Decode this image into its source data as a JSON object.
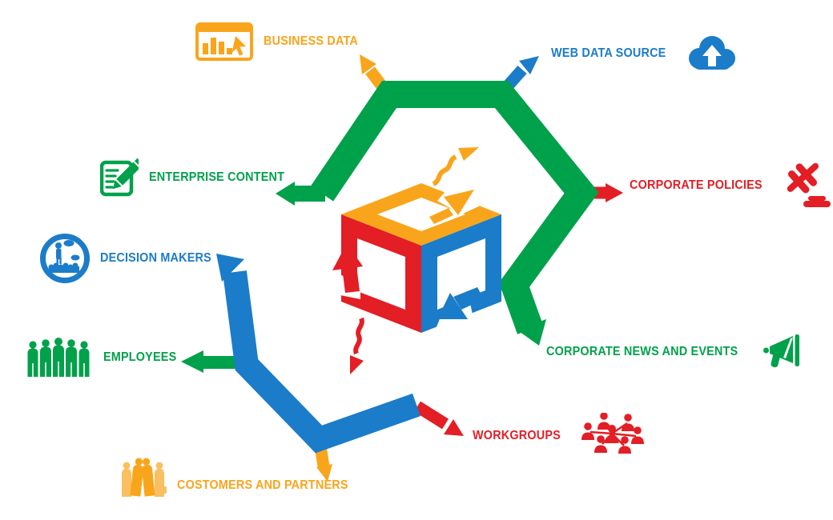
{
  "palette": {
    "green": "#00A14B",
    "blue": "#1B7CC9",
    "red": "#E31E25",
    "orange": "#F9A51C",
    "white": "#FFFFFF"
  },
  "center_icon": "sync-cube-arrows",
  "nodes": [
    {
      "id": "business-data",
      "label": "BUSINESS DATA",
      "color": "orange",
      "icon": "bar-chart-icon"
    },
    {
      "id": "web-data-source",
      "label": "WEB DATA SOURCE",
      "color": "blue",
      "icon": "cloud-upload-icon"
    },
    {
      "id": "enterprise-content",
      "label": "ENTERPRISE CONTENT",
      "color": "green",
      "icon": "document-pencil-icon"
    },
    {
      "id": "corporate-policies",
      "label": "CORPORATE POLICIES",
      "color": "red",
      "icon": "gavel-icon"
    },
    {
      "id": "decision-makers",
      "label": "DECISION MAKERS",
      "color": "blue",
      "icon": "presenter-globe-icon"
    },
    {
      "id": "corporate-news-and-events",
      "label": "CORPORATE NEWS AND EVENTS",
      "color": "green",
      "icon": "megaphone-icon"
    },
    {
      "id": "employees",
      "label": "EMPLOYEES",
      "color": "green",
      "icon": "people-group-icon"
    },
    {
      "id": "workgroups",
      "label": "WORKGROUPS",
      "color": "red",
      "icon": "people-network-icon"
    },
    {
      "id": "costomers-and-partners",
      "label": "COSTOMERS AND PARTNERS",
      "color": "orange",
      "icon": "people-handshake-icon"
    }
  ]
}
